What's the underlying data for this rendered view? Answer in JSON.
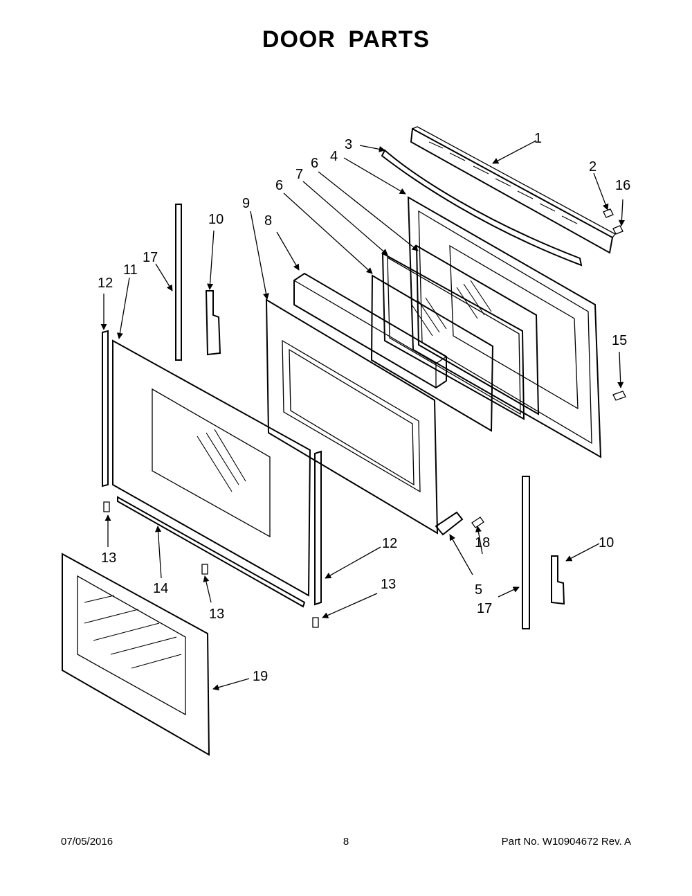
{
  "page": {
    "title": "DOOR PARTS",
    "footer": {
      "date": "07/05/2016",
      "page_number": "8",
      "part_no": "Part No.  W10904672  Rev.  A"
    }
  },
  "callouts": [
    {
      "id": "c1",
      "label": "1"
    },
    {
      "id": "c2",
      "label": "2"
    },
    {
      "id": "c3",
      "label": "3"
    },
    {
      "id": "c4",
      "label": "4"
    },
    {
      "id": "c5",
      "label": "5"
    },
    {
      "id": "c6a",
      "label": "6"
    },
    {
      "id": "c6b",
      "label": "6"
    },
    {
      "id": "c7",
      "label": "7"
    },
    {
      "id": "c8",
      "label": "8"
    },
    {
      "id": "c9",
      "label": "9"
    },
    {
      "id": "c10a",
      "label": "10"
    },
    {
      "id": "c10b",
      "label": "10"
    },
    {
      "id": "c11",
      "label": "11"
    },
    {
      "id": "c12a",
      "label": "12"
    },
    {
      "id": "c12b",
      "label": "12"
    },
    {
      "id": "c13a",
      "label": "13"
    },
    {
      "id": "c13b",
      "label": "13"
    },
    {
      "id": "c13c",
      "label": "13"
    },
    {
      "id": "c14",
      "label": "14"
    },
    {
      "id": "c15",
      "label": "15"
    },
    {
      "id": "c16",
      "label": "16"
    },
    {
      "id": "c17a",
      "label": "17"
    },
    {
      "id": "c17b",
      "label": "17"
    },
    {
      "id": "c18",
      "label": "18"
    },
    {
      "id": "c19",
      "label": "19"
    }
  ]
}
